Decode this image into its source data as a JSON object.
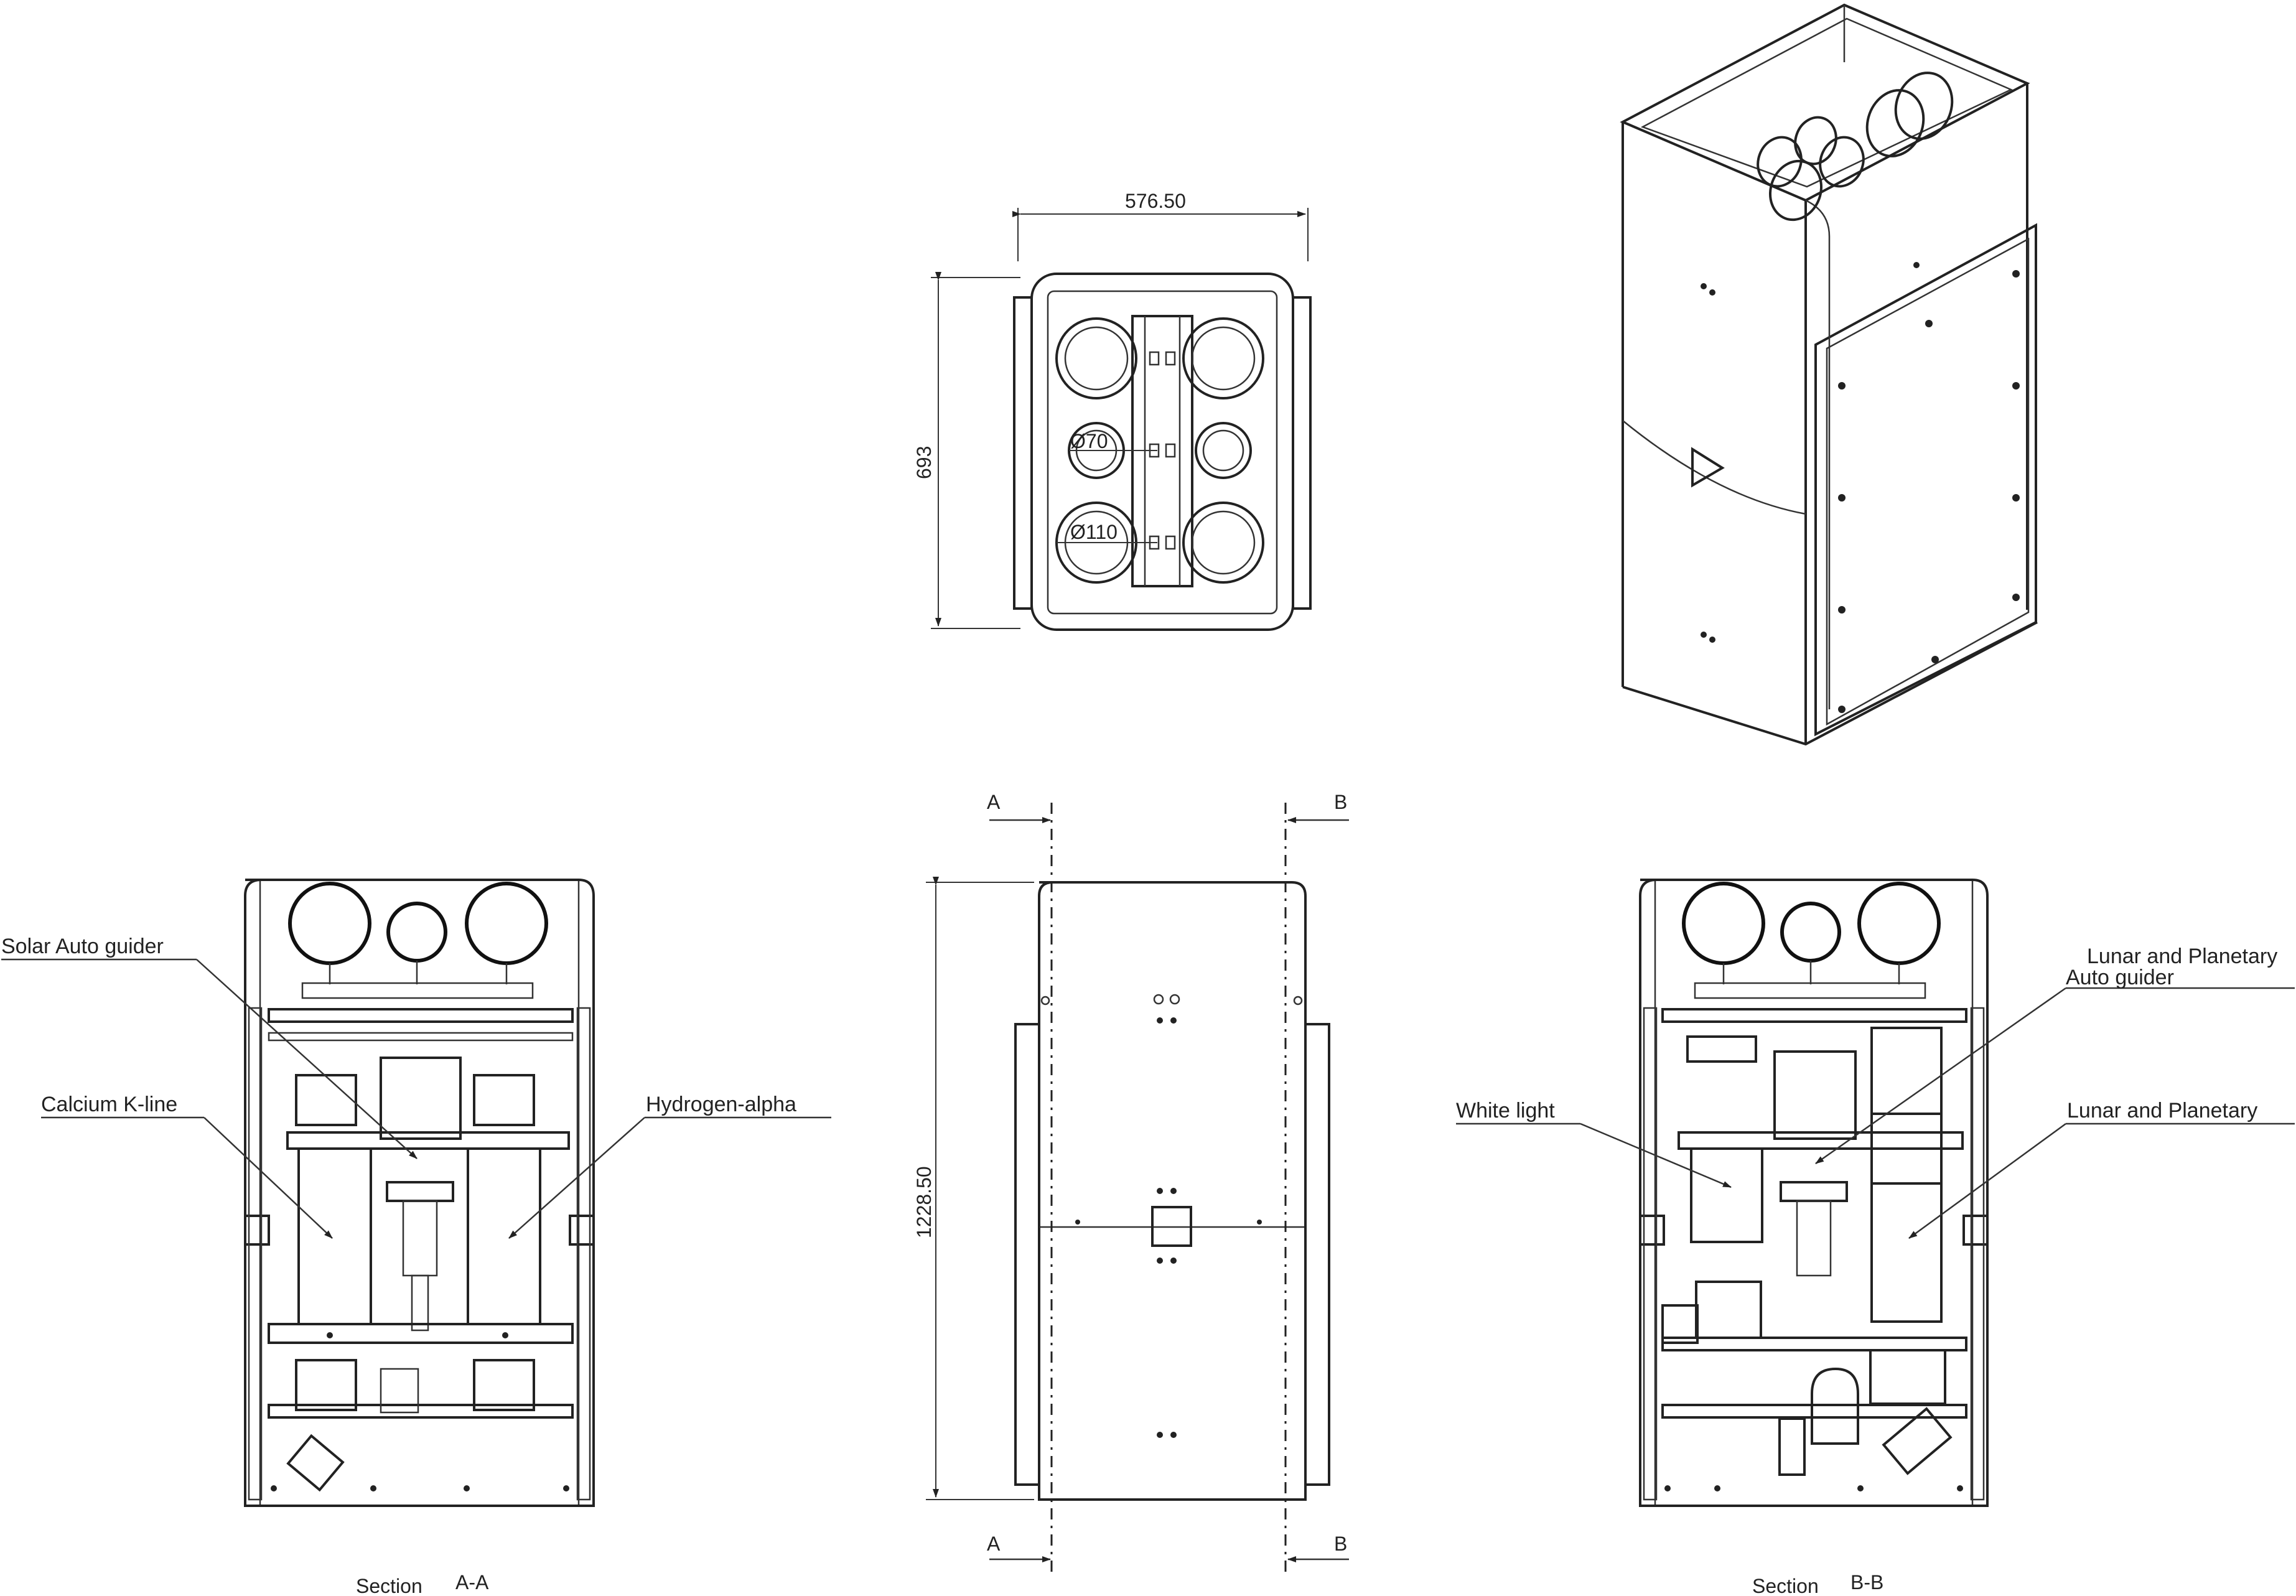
{
  "dimensions": {
    "width": "576.50",
    "depth": "693",
    "height": "1228.50",
    "dia_small": "Ø70",
    "dia_large": "Ø110"
  },
  "section_markers": {
    "a": "A",
    "b": "B"
  },
  "labels_aa": {
    "solar_auto_guider": "Solar Auto guider",
    "calcium_k_line": "Calcium K-line",
    "hydrogen_alpha": "Hydrogen-alpha"
  },
  "labels_bb": {
    "lunar_planetary_auto_guider_line1": "Lunar and Planetary",
    "lunar_planetary_auto_guider_line2": "Auto guider",
    "white_light": "White light",
    "lunar_planetary": "Lunar and Planetary"
  },
  "captions": {
    "section_aa_word": "Section",
    "section_aa_id": "A-A",
    "section_bb_word": "Section",
    "section_bb_id": "B-B"
  }
}
